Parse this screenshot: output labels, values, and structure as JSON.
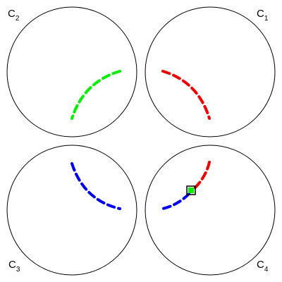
{
  "colors": {
    "green": "#00ee00",
    "red": "#ee0000",
    "blue": "#0000ee",
    "outline": "#000000"
  },
  "labels": {
    "c1": {
      "letter": "C",
      "sub": "1"
    },
    "c2": {
      "letter": "C",
      "sub": "2"
    },
    "c3": {
      "letter": "C",
      "sub": "3"
    },
    "c4": {
      "letter": "C",
      "sub": "4"
    }
  },
  "marker": {
    "shape": "square",
    "fill_color": "#00ee00"
  }
}
